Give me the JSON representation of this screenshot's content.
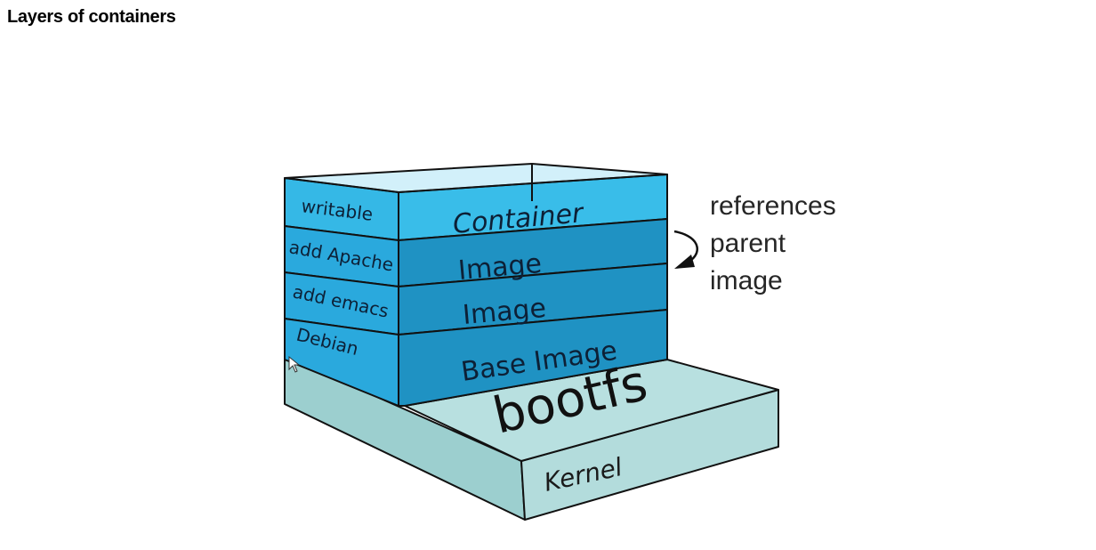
{
  "slide": {
    "title": "Layers of containers"
  },
  "diagram": {
    "layers": [
      {
        "side_label": "writable",
        "front_label": "Container"
      },
      {
        "side_label": "add Apache",
        "front_label": "Image"
      },
      {
        "side_label": "add emacs",
        "front_label": "Image"
      },
      {
        "side_label": "Debian",
        "front_label": "Base Image"
      }
    ],
    "bootfs_label": "bootfs",
    "kernel_label": "Kernel",
    "annotation": {
      "line1": "references",
      "line2": "parent",
      "line3": "image"
    }
  },
  "colors": {
    "container_layer": "#39bde9",
    "image_layer": "#1f92c3",
    "side_face": "#2aa9dd",
    "base_platform": "#aed9d9",
    "outline": "#111111"
  }
}
